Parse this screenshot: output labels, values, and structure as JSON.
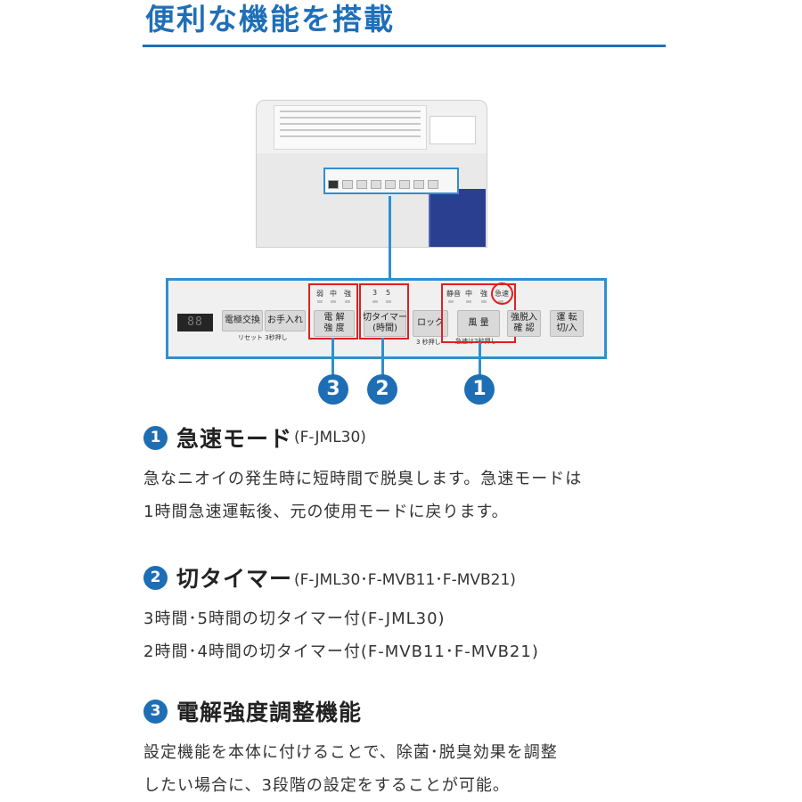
{
  "page": {
    "title": "便利な機能を搭載"
  },
  "panel": {
    "lcd": "88",
    "buttons": {
      "electrode": "電極交換",
      "care": "お手入れ",
      "reset_note": "リセット 3秒押し",
      "strength": "電 解\n強 度",
      "timer": "切タイマー\n(時間)",
      "lock": "ロック",
      "lock_note": "3 秒押し",
      "airflow": "風 量",
      "airflow_note": "急速は2秒押し",
      "switch": "強脱入\n確 認",
      "power": "運 転\n切/入"
    },
    "strength_levels": [
      "弱",
      "中",
      "強"
    ],
    "timer_levels": [
      "3",
      "5"
    ],
    "airflow_levels": [
      "静音",
      "中",
      "強",
      "急速"
    ]
  },
  "markers": [
    "3",
    "2",
    "1"
  ],
  "features": [
    {
      "number": "1",
      "title": "急速モード",
      "models": "(F-JML30)",
      "lines": [
        "急なニオイの発生時に短時間で脱臭します。急速モードは",
        "1時間急速運転後、元の使用モードに戻ります。"
      ]
    },
    {
      "number": "2",
      "title": "切タイマー",
      "models": "(F-JML30･F-MVB11･F-MVB21)",
      "lines": [
        "3時間･5時間の切タイマー付(F-JML30)",
        "2時間･4時間の切タイマー付(F-MVB11･F-MVB21)"
      ]
    },
    {
      "number": "3",
      "title": "電解強度調整機能",
      "models": "",
      "lines": [
        "設定機能を本体に付けることで、除菌･脱臭効果を調整",
        "したい場合に、3段階の設定をすることが可能。"
      ]
    }
  ]
}
